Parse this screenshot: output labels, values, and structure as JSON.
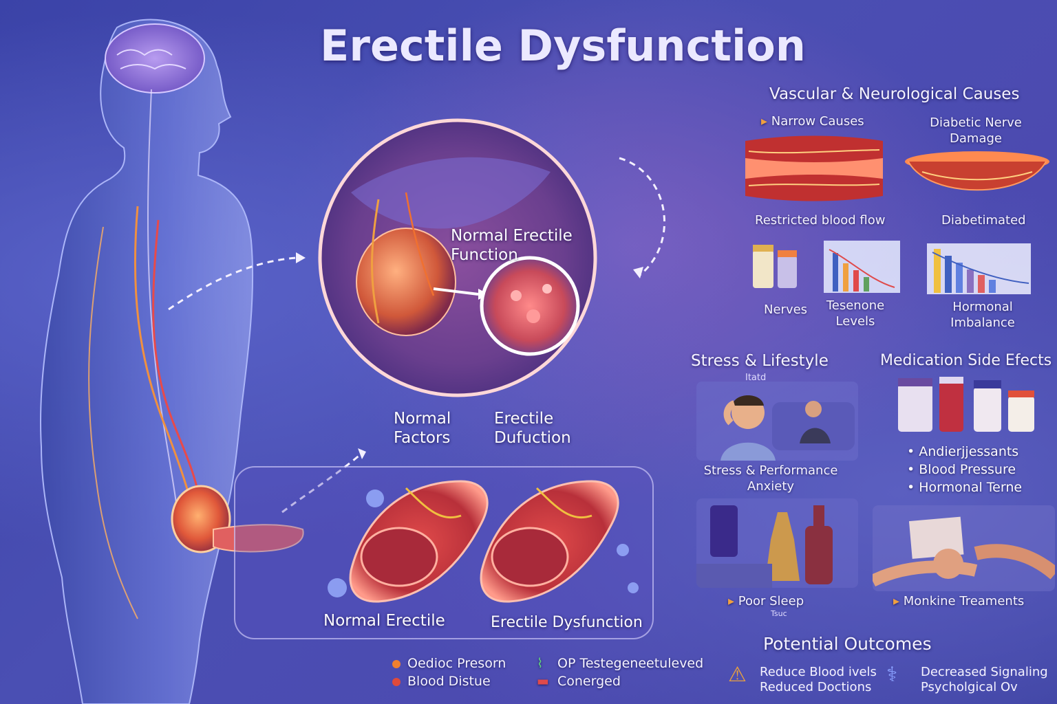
{
  "title": "Erectile Dysfunction",
  "center": {
    "circle_label": [
      "Normal Erectile",
      "Function"
    ],
    "normal_factors": [
      "Normal",
      "Factors"
    ],
    "erectile_dufuction": [
      "Erectile",
      "Dufuction"
    ],
    "bottom_left_label": "Normal Erectile",
    "bottom_right_label": "Erectile Dysfunction"
  },
  "vascular": {
    "heading": "Vascular & Neurological Causes",
    "narrow_causes": "Narrow Causes",
    "diabetic_nerve_damage": [
      "Diabetic Nerve",
      "Damage"
    ],
    "restricted_blood_flow": "Restricted blood flow",
    "diabetimated": "Diabetimated",
    "nerves": "Nerves",
    "tesenone_levels": [
      "Tesenone",
      "Levels"
    ],
    "hormonal_imbalance": [
      "Hormonal",
      "Imbalance"
    ]
  },
  "stress": {
    "heading": "Stress & Lifestyle",
    "tiny_caption": "Itatd",
    "performance_anxiety": [
      "Stress & Performance",
      "Anxiety"
    ],
    "poor_sleep": "Poor Sleep",
    "poor_sleep_sub": "Tsuc"
  },
  "medication": {
    "heading": "Medication Side Efects",
    "items": [
      "Andierjjessants",
      "Blood Pressure",
      "Hormonal Terne"
    ],
    "monkine_treatments": "Monkine Treaments"
  },
  "outcomes": {
    "heading": "Potential Outcomes",
    "col1": [
      "Reduce Blood ivels",
      "Reduced Doctions"
    ],
    "col2": [
      "Decreased Signaling",
      "Psycholgical Ov"
    ]
  },
  "legend": {
    "col1": [
      "Oedioc Presorn",
      "Blood Distue"
    ],
    "col2": [
      "OP Testegeneetuleved",
      "Conerged"
    ]
  },
  "colors": {
    "background": "#4a4fb3",
    "accent_orange": "#f0a040",
    "tissue_red": "#d8464a",
    "text_light": "#f5f3ff"
  }
}
